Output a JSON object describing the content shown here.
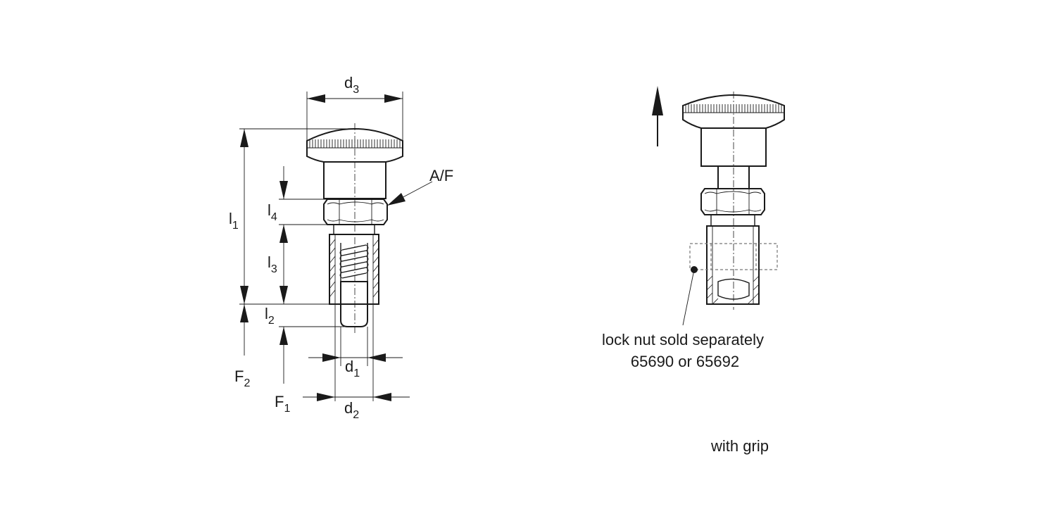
{
  "labels": {
    "d3": {
      "main": "d",
      "sub": "3"
    },
    "af": "A/F",
    "l1": {
      "main": "l",
      "sub": "1"
    },
    "l4": {
      "main": "l",
      "sub": "4"
    },
    "l3": {
      "main": "l",
      "sub": "3"
    },
    "l2": {
      "main": "l",
      "sub": "2"
    },
    "d1": {
      "main": "d",
      "sub": "1"
    },
    "d2": {
      "main": "d",
      "sub": "2"
    },
    "f1": {
      "main": "F",
      "sub": "1"
    },
    "f2": {
      "main": "F",
      "sub": "2"
    }
  },
  "notes": {
    "lock_nut_line1": "lock nut sold separately",
    "lock_nut_line2": "65690 or 65692",
    "variant": "with grip"
  }
}
